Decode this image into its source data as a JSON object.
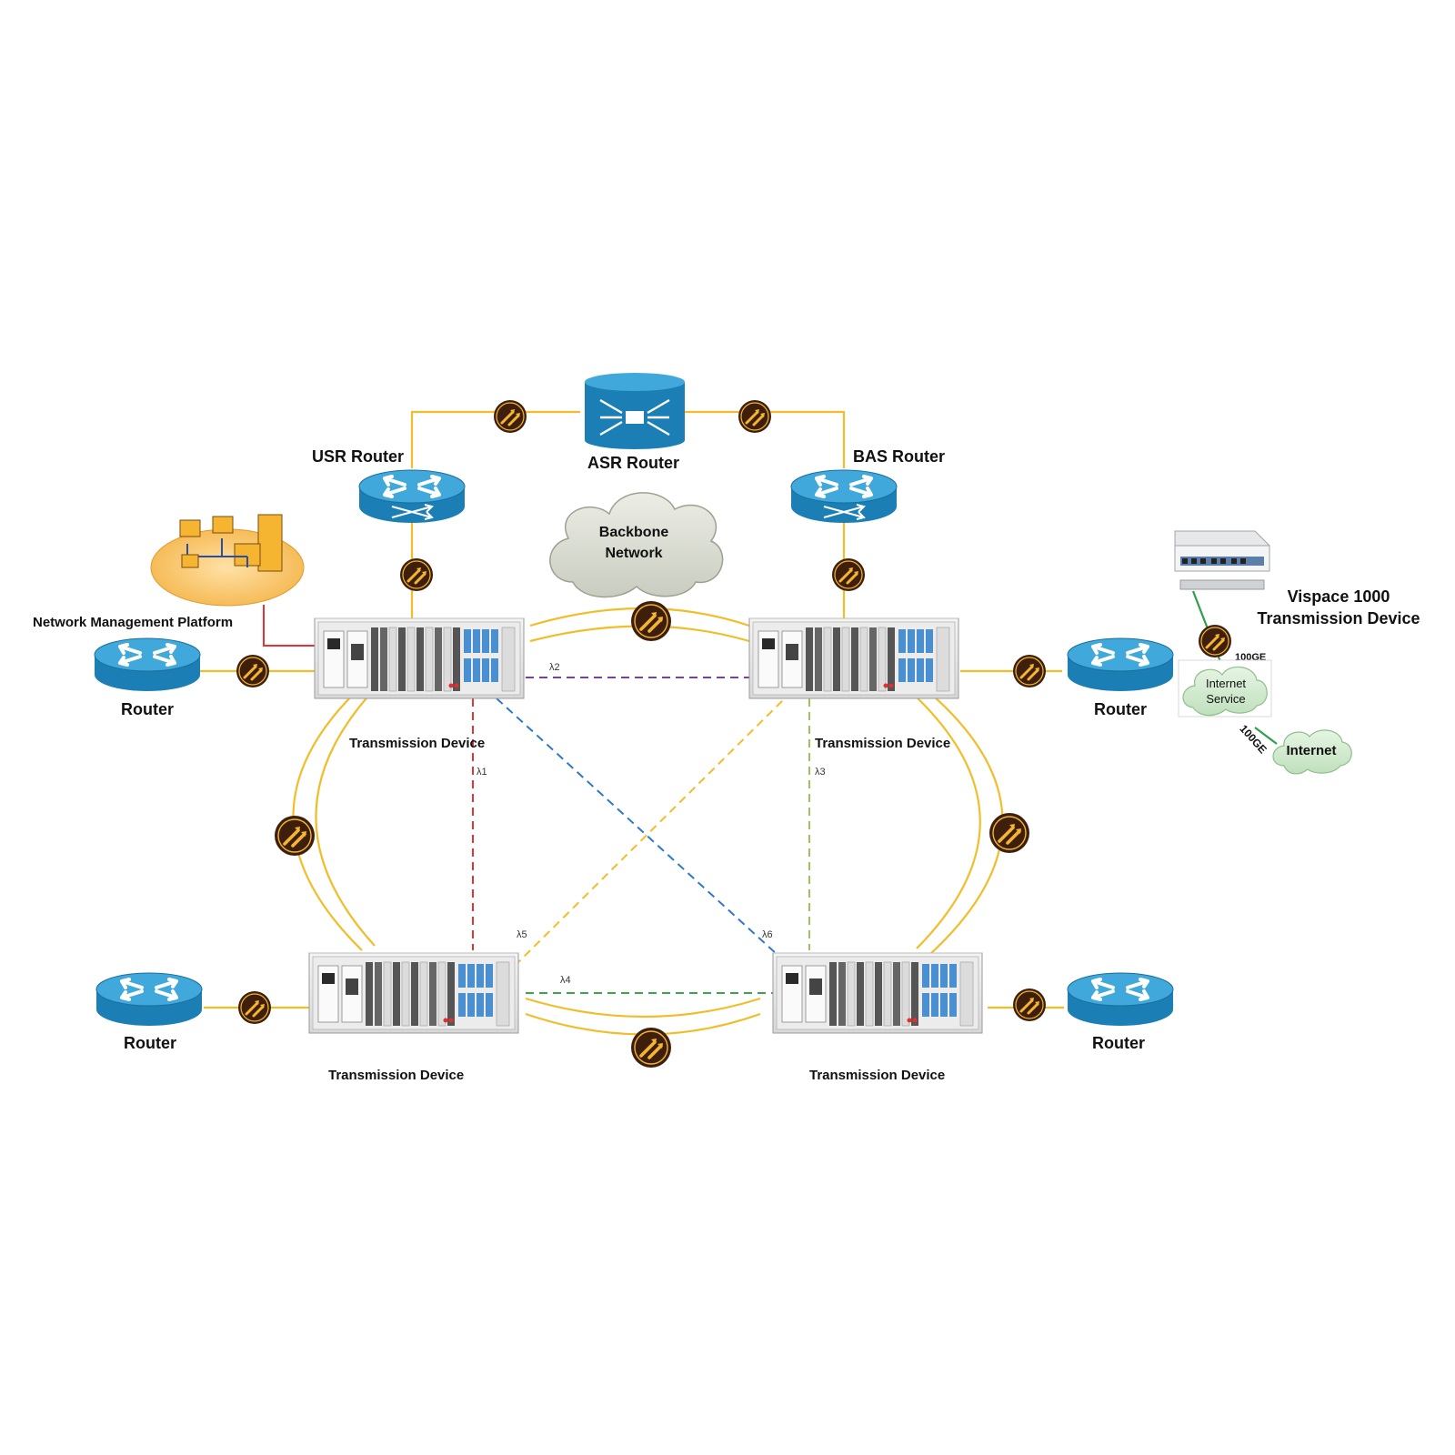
{
  "nodes": {
    "usr_router": "USR Router",
    "asr_router": "ASR Router",
    "bas_router": "BAS Router",
    "backbone_line1": "Backbone",
    "backbone_line2": "Network",
    "nmp": "Network Management Platform",
    "router": "Router",
    "transmission_device": "Transmission Device",
    "vispace_line1": "Vispace 1000",
    "vispace_line2": "Transmission Device",
    "internet_service_line1": "Internet",
    "internet_service_line2": "Service",
    "internet": "Internet",
    "link_100ge_a": "100GE",
    "link_100ge_b": "100GE"
  },
  "wavelengths": {
    "l1": "λ1",
    "l2": "λ2",
    "l3": "λ3",
    "l4": "λ4",
    "l5": "λ5",
    "l6": "λ6"
  },
  "colors": {
    "ring": "#f2bd2b",
    "router_body": "#1b7fb5",
    "router_top": "#41a8dc",
    "badge": "#3d1f0c",
    "badge_arrow": "#f5b531",
    "nmp_link": "#e53232",
    "l1": "#e53232",
    "l2": "#7a3fa0",
    "l3": "#9bc45a",
    "l4": "#39a84a",
    "l5": "#f2bd2b",
    "l6": "#2f78c4",
    "internet_link": "#2ea04a"
  }
}
